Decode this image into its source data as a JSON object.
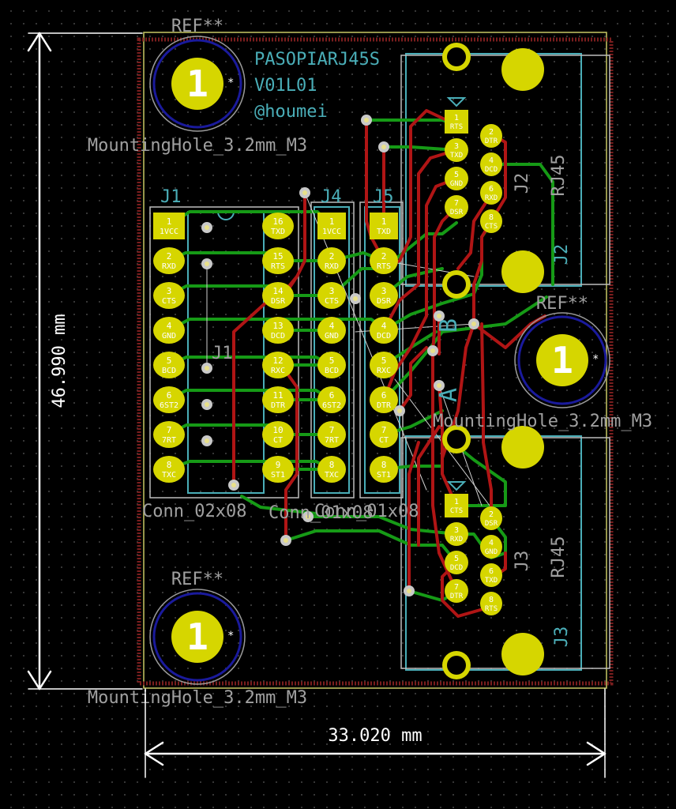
{
  "board": {
    "title": "PASOPIARJ45S",
    "version": "V01L01",
    "author": "@houmei"
  },
  "dimensions": {
    "height": "46.990 mm",
    "width": "33.020 mm"
  },
  "mounting_holes": [
    {
      "ref": "REF**",
      "footprint": "MountingHole_3.2mm_M3",
      "pad": "1"
    },
    {
      "ref": "REF**",
      "footprint": "MountingHole_3.2mm_M3",
      "pad": "1"
    },
    {
      "ref": "REF**",
      "footprint": "MountingHole_3.2mm_M3",
      "pad": "1"
    }
  ],
  "connectors": {
    "J1": {
      "ref": "J1",
      "value": "Conn_02x08",
      "left_pins": [
        {
          "num": "1",
          "name": "1VCC"
        },
        {
          "num": "2",
          "name": "RXD"
        },
        {
          "num": "3",
          "name": "CTS"
        },
        {
          "num": "4",
          "name": "GND"
        },
        {
          "num": "5",
          "name": "BCD"
        },
        {
          "num": "6",
          "name": "6ST2"
        },
        {
          "num": "7",
          "name": "7RT"
        },
        {
          "num": "8",
          "name": "TXC"
        }
      ],
      "right_pins": [
        {
          "num": "16",
          "name": "TXD"
        },
        {
          "num": "15",
          "name": "RTS"
        },
        {
          "num": "14",
          "name": "DSR"
        },
        {
          "num": "13",
          "name": "DCD"
        },
        {
          "num": "12",
          "name": "RXC"
        },
        {
          "num": "11",
          "name": "DTR"
        },
        {
          "num": "10",
          "name": "CT"
        },
        {
          "num": "9",
          "name": "ST1"
        }
      ]
    },
    "J4": {
      "ref": "J4",
      "value": "Conn_01x08",
      "pins": [
        {
          "num": "1",
          "name": "1VCC"
        },
        {
          "num": "2",
          "name": "RXD"
        },
        {
          "num": "3",
          "name": "CTS"
        },
        {
          "num": "4",
          "name": "GND"
        },
        {
          "num": "5",
          "name": "BCD"
        },
        {
          "num": "6",
          "name": "6ST2"
        },
        {
          "num": "7",
          "name": "7RT"
        },
        {
          "num": "8",
          "name": "TXC"
        }
      ]
    },
    "J5": {
      "ref": "J5",
      "value": "Conn_01x08",
      "pins": [
        {
          "num": "1",
          "name": "TXD"
        },
        {
          "num": "2",
          "name": "RTS"
        },
        {
          "num": "3",
          "name": "DSR"
        },
        {
          "num": "4",
          "name": "DCD"
        },
        {
          "num": "5",
          "name": "RXC"
        },
        {
          "num": "6",
          "name": "DTR"
        },
        {
          "num": "7",
          "name": "CT"
        },
        {
          "num": "8",
          "name": "ST1"
        }
      ]
    },
    "J2": {
      "ref": "J2",
      "value": "RJ45",
      "left_pins": [
        {
          "num": "1",
          "name": "RTS"
        },
        {
          "num": "3",
          "name": "TXD"
        },
        {
          "num": "5",
          "name": "GND"
        },
        {
          "num": "7",
          "name": "DSR"
        }
      ],
      "right_pins": [
        {
          "num": "2",
          "name": "DTR"
        },
        {
          "num": "4",
          "name": "DCD"
        },
        {
          "num": "6",
          "name": "RXD"
        },
        {
          "num": "8",
          "name": "CTS"
        }
      ],
      "mid_label": "B"
    },
    "J3": {
      "ref": "J3",
      "value": "RJ45",
      "left_pins": [
        {
          "num": "1",
          "name": "CTS"
        },
        {
          "num": "3",
          "name": "RXD"
        },
        {
          "num": "5",
          "name": "DCD"
        },
        {
          "num": "7",
          "name": "DTR"
        }
      ],
      "right_pins": [
        {
          "num": "2",
          "name": "DSR"
        },
        {
          "num": "4",
          "name": "GND"
        },
        {
          "num": "6",
          "name": "TXD"
        },
        {
          "num": "8",
          "name": "RTS"
        }
      ],
      "mid_label": "A"
    }
  },
  "colors": {
    "background": "#000000",
    "board_edge": "#c8c864",
    "courtyard": "#7a1e1e",
    "pad": "#d6d600",
    "pad_text": "#ffffff",
    "front_copper": "#b01515",
    "back_copper": "#169a16",
    "silkscreen": "#4aaeb8",
    "fab_text": "#a0a0a0",
    "dimension": "#ffffff",
    "hole_ring": "#1a1a9c"
  }
}
